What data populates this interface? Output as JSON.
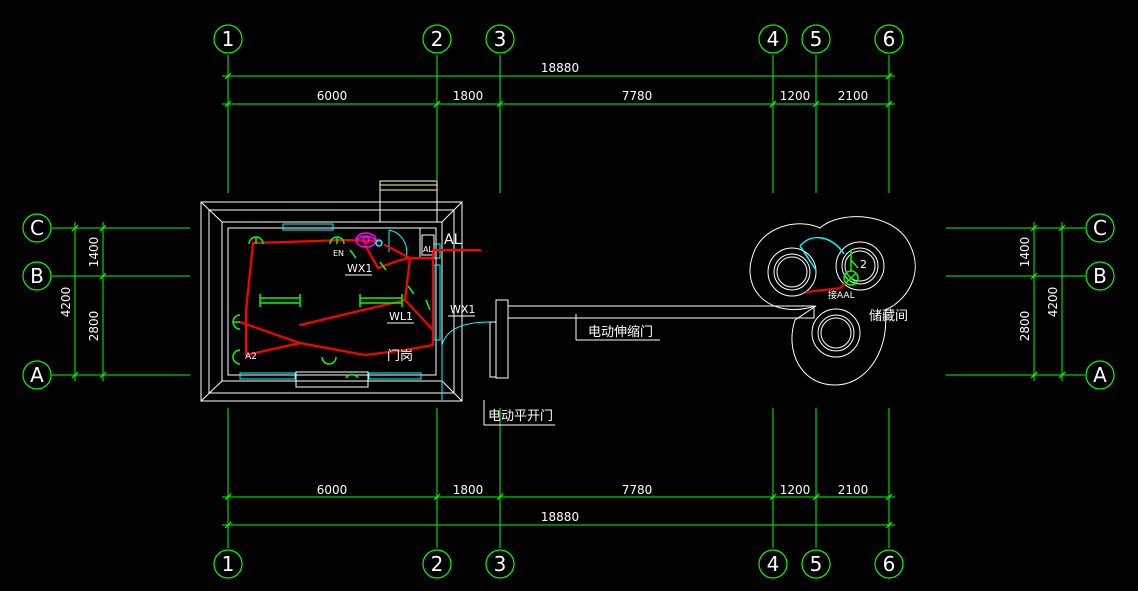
{
  "colors": {
    "background": "#000000",
    "grid": "#00ff00",
    "dimension": "#00ff00",
    "outline": "#ffffff",
    "wiring": "#ff0000",
    "window": "#00ffff",
    "device": "#ff00ff",
    "annex": "#ffff80"
  },
  "axes_x": [
    "1",
    "2",
    "3",
    "4",
    "5",
    "6"
  ],
  "axes_y": [
    "C",
    "B",
    "A"
  ],
  "dimensions": {
    "total_x": "18880",
    "spans_x": [
      "6000",
      "1800",
      "7780",
      "1200",
      "2100"
    ],
    "total_y": "4200",
    "spans_y": [
      "1400",
      "2800"
    ]
  },
  "labels": {
    "guard_room": "门岗",
    "storage": "储藏间",
    "telescopic_gate": "电动伸缩门",
    "sliding_gate": "电动平开门",
    "panel_al": "AL",
    "panel_al_small": "AL",
    "panel_a2": "A2",
    "en": "EN",
    "wx1_inner": "WX1",
    "wx1_outer": "WX1",
    "wl1": "WL1",
    "circuit_no": "2",
    "storage_circuit": "接AAL"
  }
}
